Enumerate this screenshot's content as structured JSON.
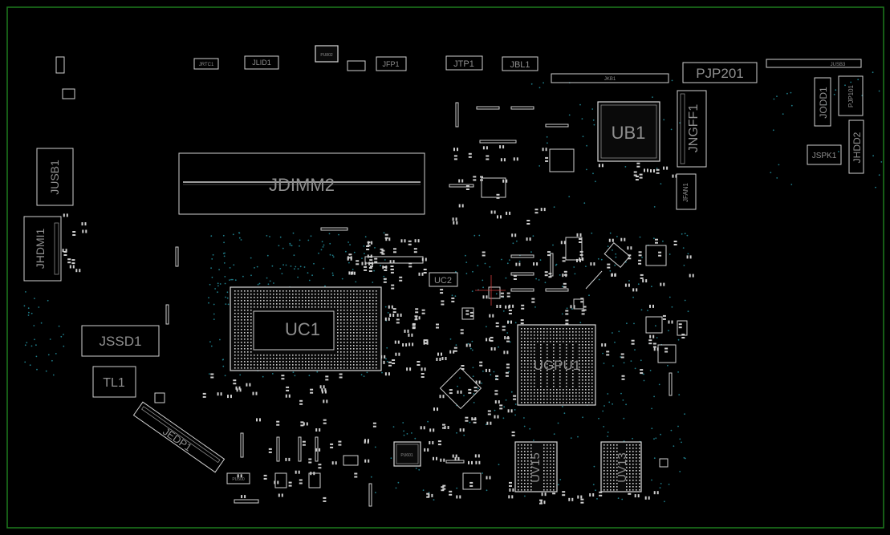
{
  "board": {
    "border_color": "#1e7a1e",
    "background": "#000000",
    "via_color": "#1f7d8a"
  },
  "labels": {
    "jrtc1": "JRTC1",
    "jlid1": "JLID1",
    "pu802": "PU802",
    "jfp1": "JFP1",
    "jtp1": "JTP1",
    "jbl1": "JBL1",
    "jkb1": "JKB1",
    "pjp201": "PJP201",
    "jusb3": "JUSB3",
    "ub1": "UB1",
    "jngff1": "JNGFF1",
    "jodd1": "JODD1",
    "pjp101": "PJP101",
    "jspk1": "JSPK1",
    "jhdd2": "JHDD2",
    "jfan1": "JFAN1",
    "jusb1": "JUSB1",
    "jdimm2": "JDIMM2",
    "jhdmi1": "JHDMI1",
    "uc2": "UC2",
    "uc1": "UC1",
    "jssd1": "JSSD1",
    "tl1": "TL1",
    "ugpu1": "UGPU1",
    "jedp1": "JEDP1",
    "pu601": "PU601",
    "pu500": "PU500",
    "uv15": "UV15",
    "uv13": "UV13"
  }
}
